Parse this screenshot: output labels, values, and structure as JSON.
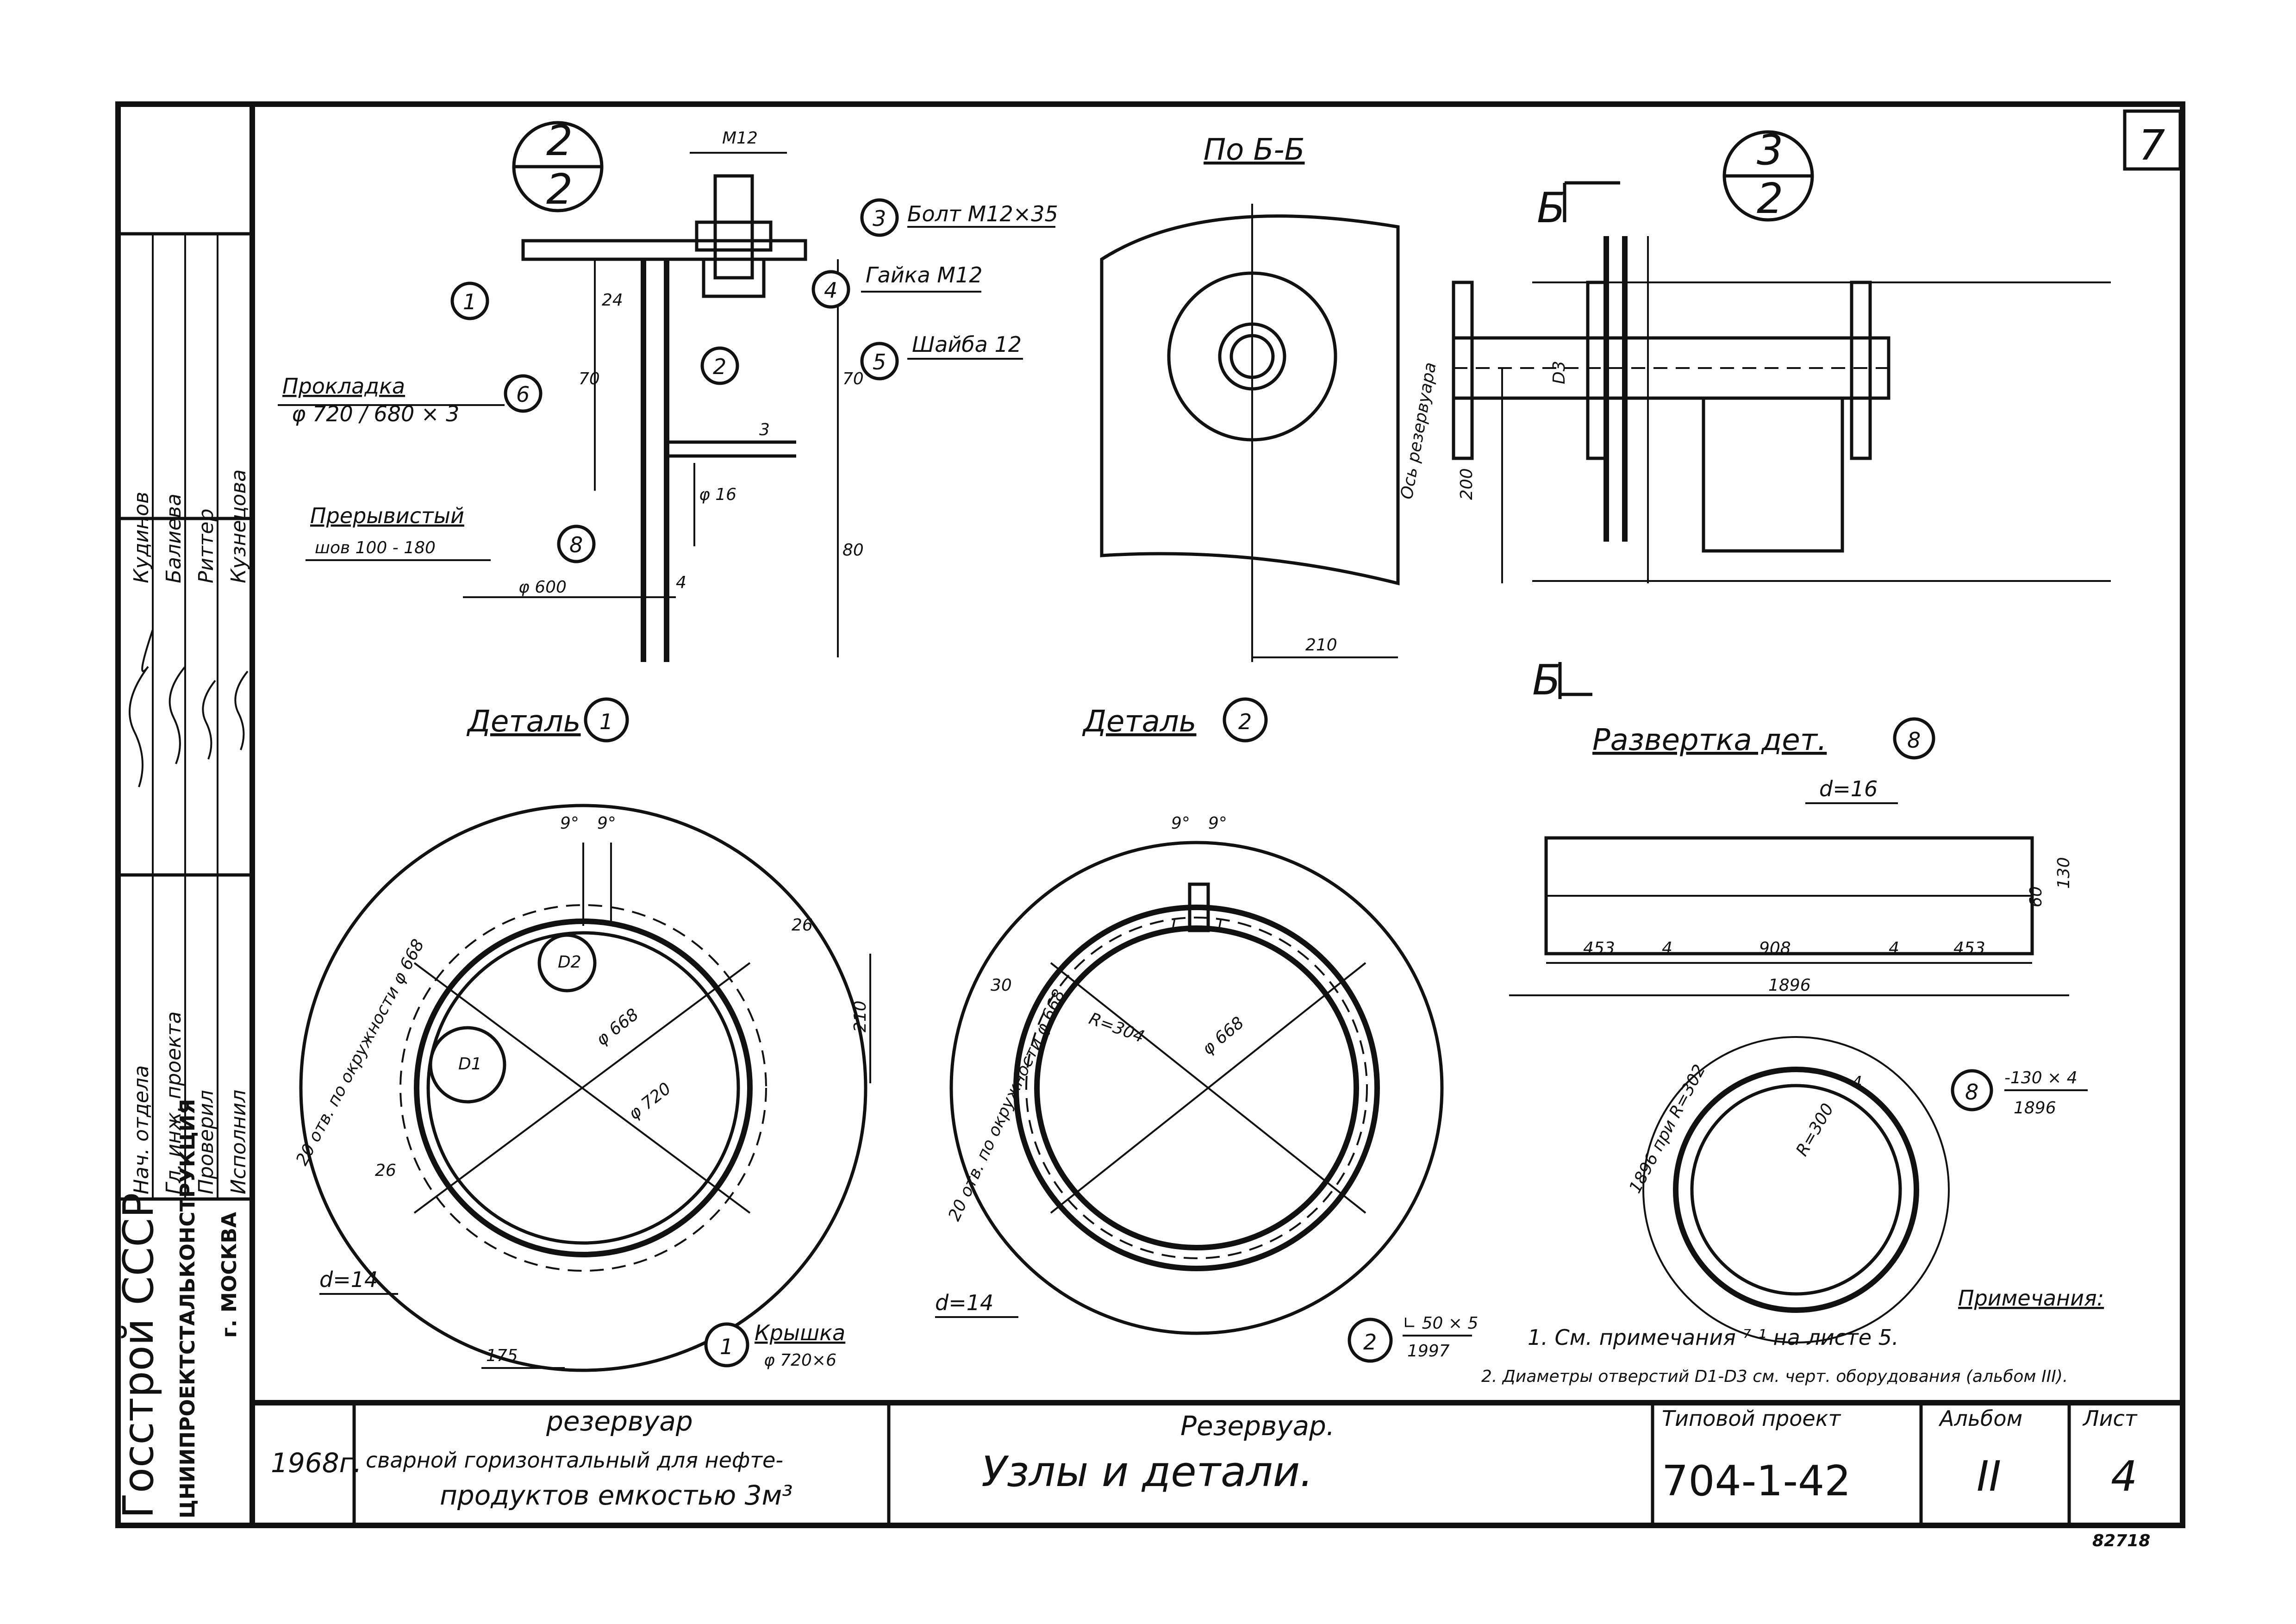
{
  "sheet_corner_number": "7",
  "drawing_number": "82718",
  "section_2_2": {
    "top": "2",
    "bottom": "2"
  },
  "section_3_2": {
    "top": "3",
    "bottom": "2"
  },
  "section_b_title": "По Б-Б",
  "cut_mark": "Б",
  "top_detail": {
    "bolt_dim": "M12",
    "callouts": [
      {
        "num": "3",
        "text": "Болт М12×35"
      },
      {
        "num": "4",
        "text": "Гайка М12"
      },
      {
        "num": "5",
        "text": "Шайба 12"
      },
      {
        "num": "6",
        "text": "Прокладка"
      },
      {
        "num": "1",
        "text": ""
      },
      {
        "num": "2",
        "text": ""
      },
      {
        "num": "8",
        "text": ""
      }
    ],
    "gasket_label": "Прокладка",
    "gasket_size": "φ 720 / 680 × 3",
    "weld_label": "Прерывистый",
    "weld_spec": "шов 100 - 180",
    "dims": {
      "d24": "24",
      "d70a": "70",
      "d70b": "70",
      "d3": "3",
      "d16": "φ 16",
      "d80": "80",
      "d600": "φ 600",
      "d4": "4"
    }
  },
  "view_bb": {
    "label": "Ось резервуара",
    "d210": "210",
    "d200": "200",
    "d_d3": "D3"
  },
  "detail1": {
    "title": "Деталь",
    "num": "1",
    "circle_text": "20 отв. по окружности φ 668",
    "angle1": "9°",
    "angle2": "9°",
    "d668": "φ 668",
    "d720": "φ 720",
    "d26a": "26",
    "d26b": "26",
    "d210": "210",
    "d_d1": "D1",
    "d_d2": "D2",
    "hole": "d=14",
    "d175": "175",
    "cover_num": "1",
    "cover_text": "Крышка",
    "cover_size": "φ 720×6"
  },
  "detail2": {
    "title": "Деталь",
    "num": "2",
    "circle_text": "20 отв. по окружности φ 668",
    "angle1": "9°",
    "angle2": "9°",
    "d30": "30",
    "r304": "R=304",
    "d668": "φ 668",
    "d_i": "I",
    "hole": "d=14",
    "ring_num": "2",
    "ring_top": "∟ 50 × 5",
    "ring_bot": "1997"
  },
  "development": {
    "title": "Развертка дет.",
    "num": "8",
    "d16": "d=16",
    "segments": [
      "453",
      "4",
      "908",
      "4",
      "453"
    ],
    "total": "1896",
    "h130": "130",
    "h60": "60",
    "ring_label": "1896 при R=302",
    "ring_r": "R=300",
    "ring_t": "4",
    "part_num": "8",
    "part_top": "-130 × 4",
    "part_bot": "1896"
  },
  "notes": {
    "title": "Примечания:",
    "items": [
      "1. См. примечания ⁷ ¹ на листе 5.",
      "2. Диаметры отверстий D1-D3 см. черт. оборудования (альбом III)."
    ]
  },
  "title_block": {
    "year": "1968г.",
    "object_line1": "резервуар",
    "object_line2": "сварной горизонтальный для нефте-",
    "object_line3": "продуктов емкостью 3м³",
    "sheet_title1": "Резервуар.",
    "sheet_title2": "Узлы и детали.",
    "project_label": "Типовой проект",
    "project_no": "704-1-42",
    "album_label": "Альбом",
    "album_no": "II",
    "sheet_label": "Лист",
    "sheet_no": "4"
  },
  "side_stamp": {
    "org1": "Госстрой СССР",
    "org2": "ЦНИИПРОЕКТСТАЛЬКОНСТРУКЦИЯ",
    "city": "г. МОСКВА",
    "roles": [
      "Нач. отдела",
      "Гл. инж. проекта",
      "Проверил",
      "Исполнил"
    ],
    "names": [
      "Кудинов",
      "Балиева",
      "Риттер",
      "Кузнецова"
    ]
  }
}
